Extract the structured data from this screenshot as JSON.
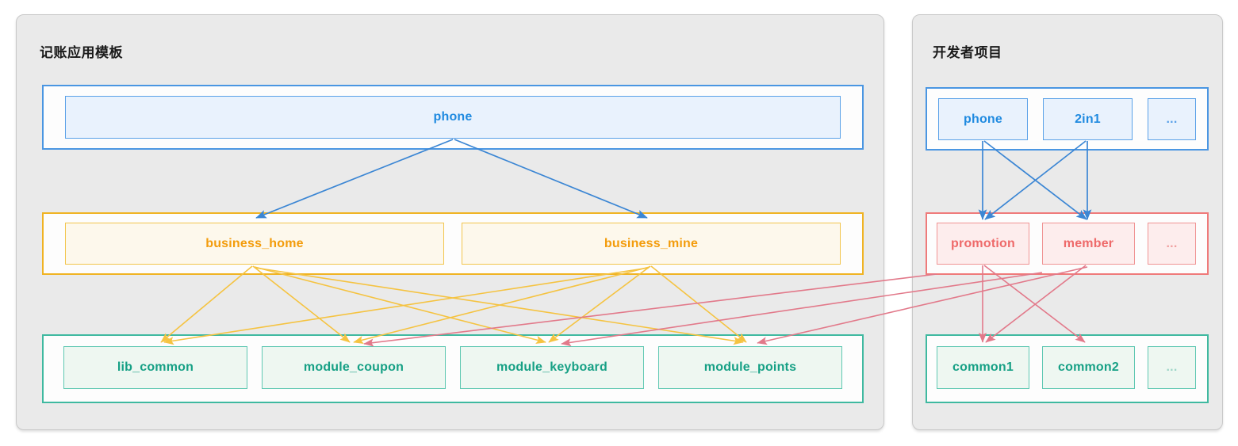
{
  "panels": {
    "left": {
      "title": "记账应用模板",
      "layers": [
        {
          "name": "app-layer",
          "color": "#4a96e2",
          "nodes": [
            {
              "label": "phone"
            }
          ]
        },
        {
          "name": "business-layer",
          "color": "#f0b323",
          "nodes": [
            {
              "label": "business_home"
            },
            {
              "label": "business_mine"
            }
          ]
        },
        {
          "name": "module-layer",
          "color": "#3fb9a0",
          "nodes": [
            {
              "label": "lib_common"
            },
            {
              "label": "module_coupon"
            },
            {
              "label": "module_keyboard"
            },
            {
              "label": "module_points"
            }
          ]
        }
      ]
    },
    "right": {
      "title": "开发者项目",
      "layers": [
        {
          "name": "app-layer",
          "color": "#4a96e2",
          "nodes": [
            {
              "label": "phone"
            },
            {
              "label": "2in1"
            },
            {
              "label": "..."
            }
          ]
        },
        {
          "name": "feature-layer",
          "color": "#ef7a7a",
          "nodes": [
            {
              "label": "promotion"
            },
            {
              "label": "member"
            },
            {
              "label": "..."
            }
          ]
        },
        {
          "name": "common-layer",
          "color": "#3fb9a0",
          "nodes": [
            {
              "label": "common1"
            },
            {
              "label": "common2"
            },
            {
              "label": "..."
            }
          ]
        }
      ]
    }
  },
  "colors": {
    "blue": "#4a96e2",
    "amber": "#f5c341",
    "green": "#3fb9a0",
    "red": "#e2798a",
    "panel_bg": "#eaeaea",
    "group_bg": "#fdfdfd"
  },
  "edges": [
    {
      "from": "phone",
      "to": "business_home",
      "color": "blue"
    },
    {
      "from": "phone",
      "to": "business_mine",
      "color": "blue"
    },
    {
      "from": "business_home",
      "to": "lib_common",
      "color": "amber"
    },
    {
      "from": "business_home",
      "to": "module_coupon",
      "color": "amber"
    },
    {
      "from": "business_home",
      "to": "module_keyboard",
      "color": "amber"
    },
    {
      "from": "business_home",
      "to": "module_points",
      "color": "amber"
    },
    {
      "from": "business_mine",
      "to": "lib_common",
      "color": "amber"
    },
    {
      "from": "business_mine",
      "to": "module_coupon",
      "color": "amber"
    },
    {
      "from": "business_mine",
      "to": "module_keyboard",
      "color": "amber"
    },
    {
      "from": "business_mine",
      "to": "module_points",
      "color": "amber"
    },
    {
      "from": "phone_dev",
      "to": "promotion",
      "color": "blue"
    },
    {
      "from": "phone_dev",
      "to": "member",
      "color": "blue"
    },
    {
      "from": "2in1",
      "to": "promotion",
      "color": "blue"
    },
    {
      "from": "2in1",
      "to": "member",
      "color": "blue"
    },
    {
      "from": "promotion",
      "to": "common1",
      "color": "red"
    },
    {
      "from": "promotion",
      "to": "common2",
      "color": "red"
    },
    {
      "from": "member",
      "to": "common1",
      "color": "red"
    },
    {
      "from": "promotion",
      "to": "module_coupon",
      "color": "red"
    },
    {
      "from": "promotion",
      "to": "module_points",
      "color": "red"
    },
    {
      "from": "member",
      "to": "module_keyboard",
      "color": "red"
    },
    {
      "from": "member",
      "to": "module_points",
      "color": "red"
    }
  ]
}
